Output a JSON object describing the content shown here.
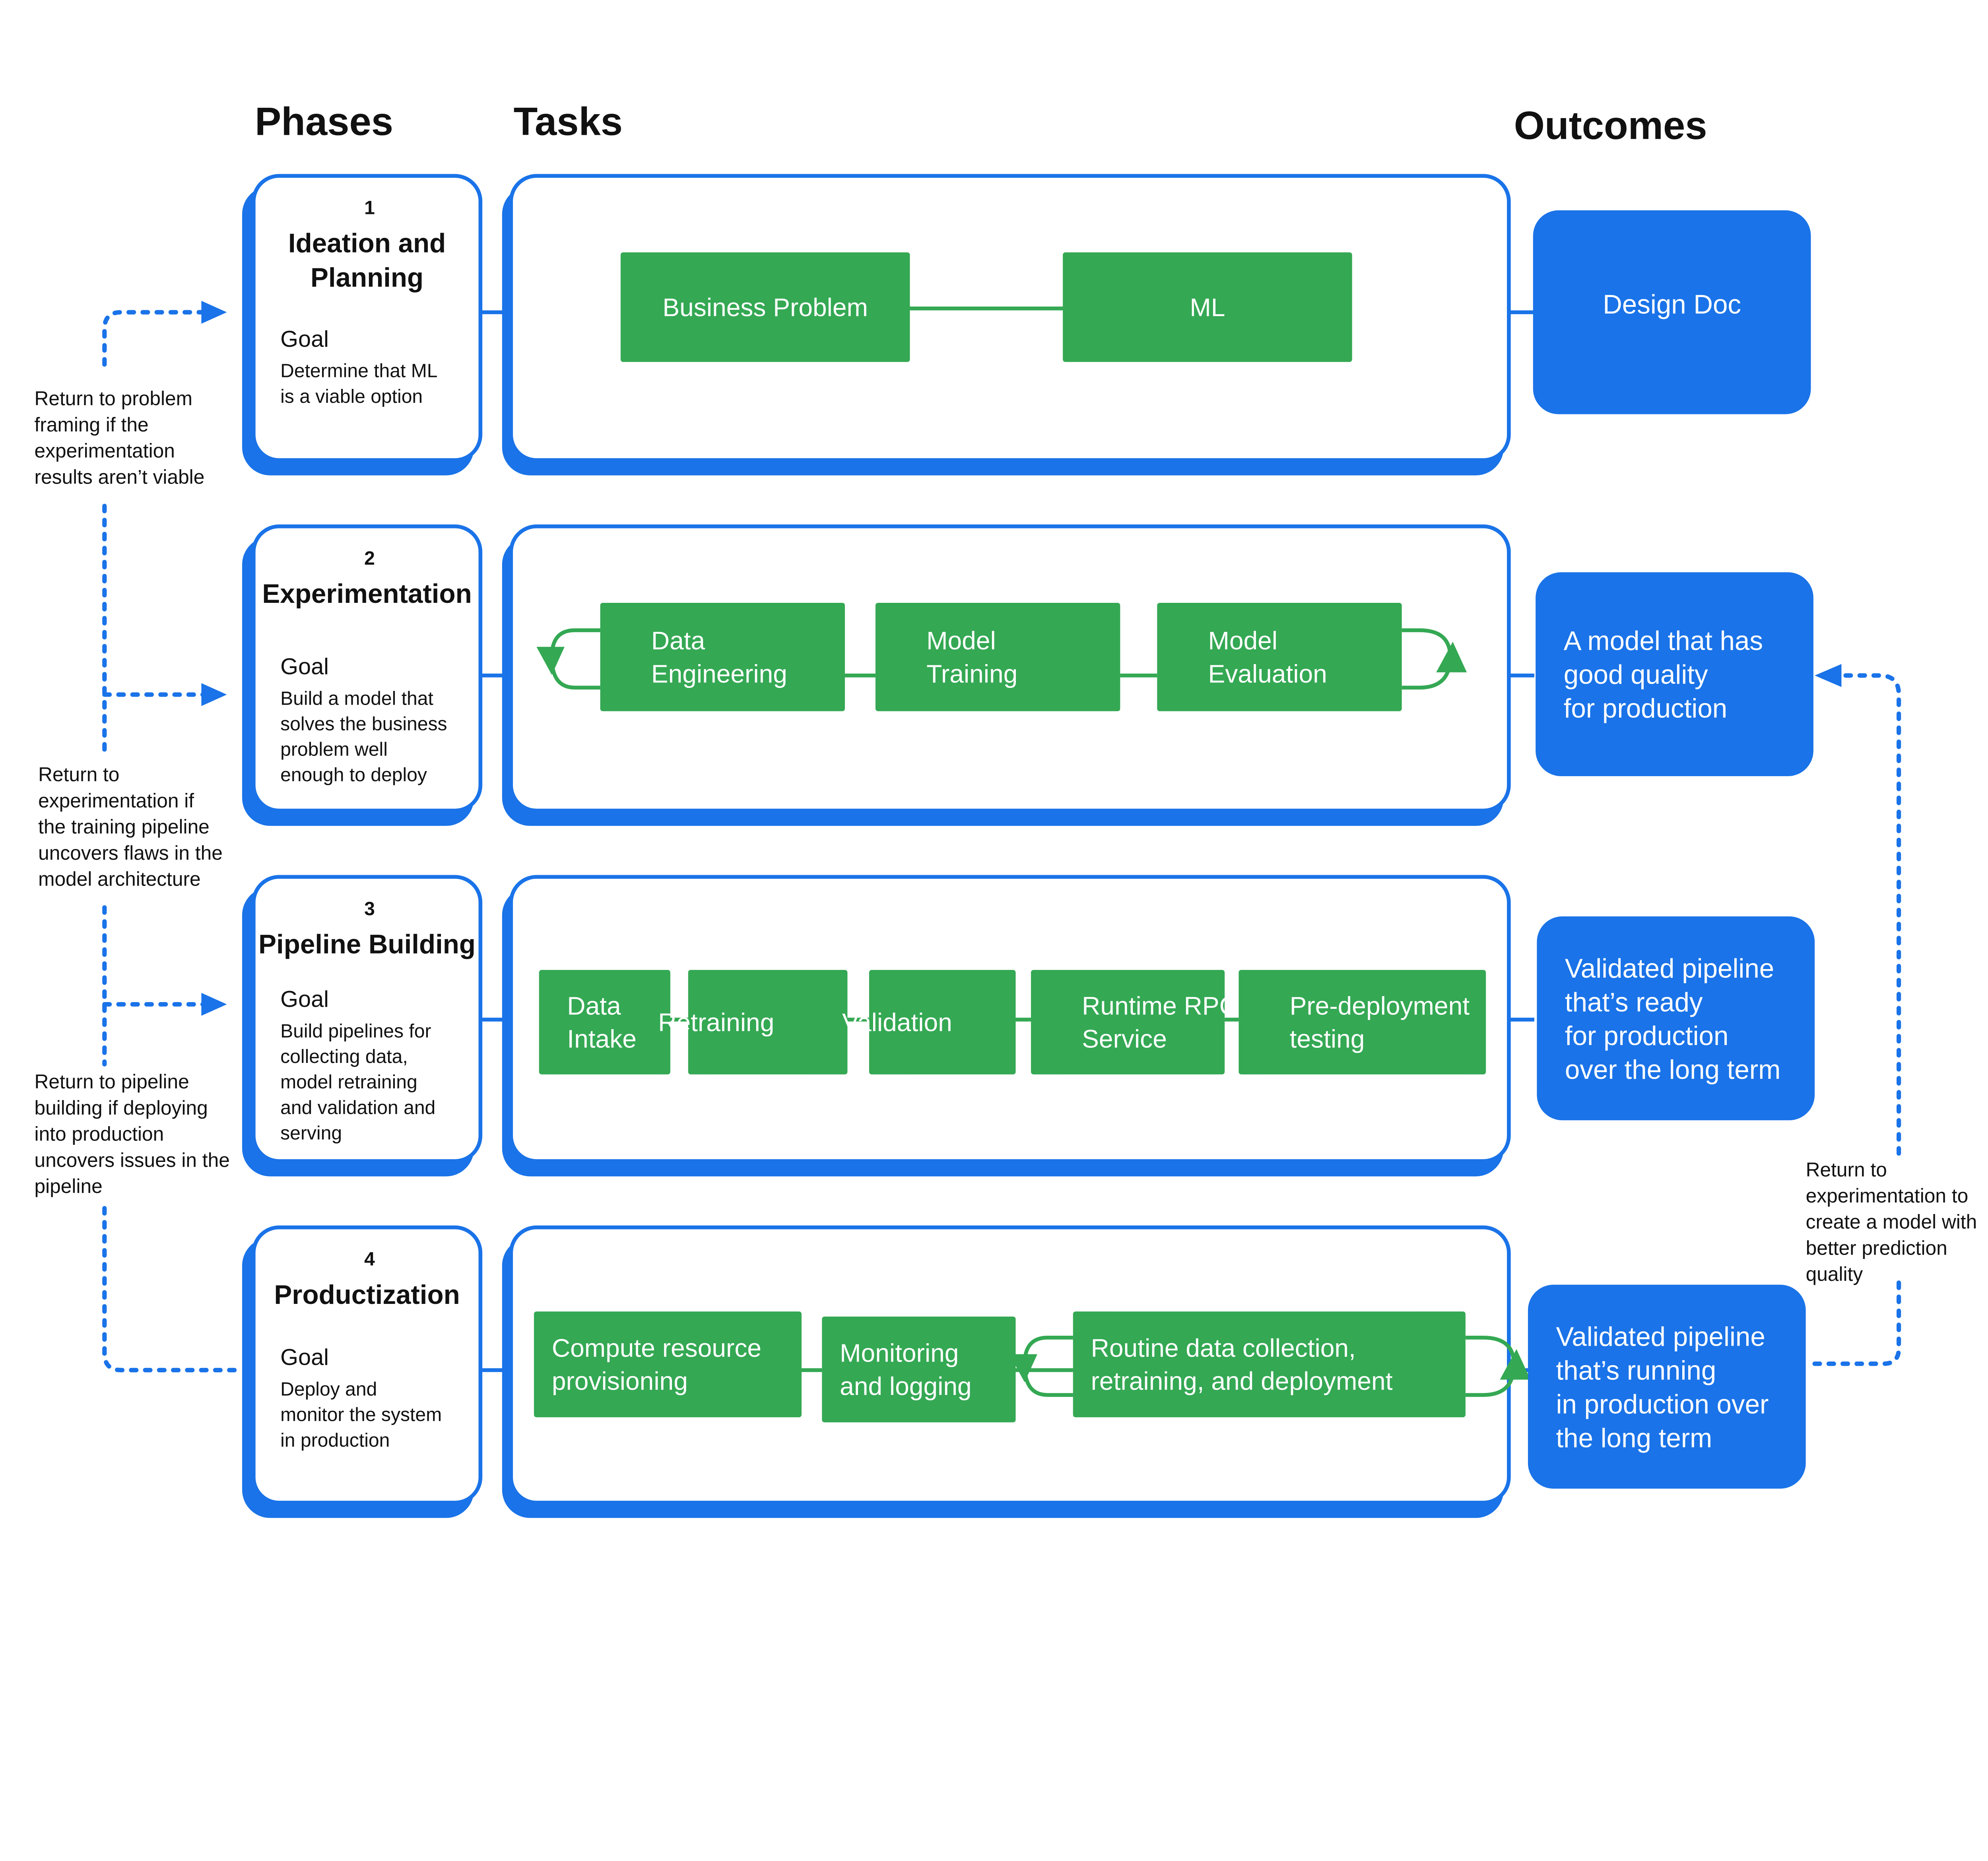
{
  "colors": {
    "blue": "#1a73e8",
    "green": "#34a853"
  },
  "headers": {
    "phases": "Phases",
    "tasks": "Tasks",
    "outcomes": "Outcomes"
  },
  "phases": [
    {
      "number": "1",
      "title": [
        "Ideation and",
        "Planning"
      ],
      "goal_label": "Goal",
      "goal": [
        "Determine that ML",
        "is a viable option"
      ]
    },
    {
      "number": "2",
      "title": [
        "Experimentation"
      ],
      "goal_label": "Goal",
      "goal": [
        "Build a model that",
        "solves the business",
        "problem well",
        "enough to deploy"
      ]
    },
    {
      "number": "3",
      "title": [
        "Pipeline Building"
      ],
      "goal_label": "Goal",
      "goal": [
        "Build pipelines for",
        "collecting data,",
        "model retraining",
        "and validation and",
        "serving"
      ]
    },
    {
      "number": "4",
      "title": [
        "Productization"
      ],
      "goal_label": "Goal",
      "goal": [
        "Deploy and",
        "monitor the system",
        "in production"
      ]
    }
  ],
  "tasks": [
    [
      [
        "Business Problem"
      ],
      [
        "ML"
      ]
    ],
    [
      [
        "Data",
        "Engineering"
      ],
      [
        "Model",
        "Training"
      ],
      [
        "Model",
        "Evaluation"
      ]
    ],
    [
      [
        "Data",
        "Intake"
      ],
      [
        "Retraining"
      ],
      [
        "Validation"
      ],
      [
        "Runtime RPC",
        "Service"
      ],
      [
        "Pre-deployment",
        "testing"
      ]
    ],
    [
      [
        "Compute  resource",
        "provisioning"
      ],
      [
        "Monitoring",
        "and logging"
      ],
      [
        "Routine data collection,",
        "retraining, and deployment"
      ]
    ]
  ],
  "outcomes": [
    [
      "Design Doc"
    ],
    [
      "A model that has",
      "good quality",
      "for production"
    ],
    [
      "Validated pipeline",
      "that’s ready",
      "for production",
      "over the long term"
    ],
    [
      "Validated pipeline",
      "that’s running",
      "in production over",
      "the long term"
    ]
  ],
  "feedback_notes": [
    [
      "Return to problem",
      "framing if the",
      "experimentation",
      "results aren’t viable"
    ],
    [
      "Return to",
      "experimentation if",
      "the training pipeline",
      "uncovers flaws in the",
      "model architecture"
    ],
    [
      "Return to pipeline",
      "building if deploying",
      "into production",
      "uncovers issues in the",
      "pipeline"
    ],
    [
      "Return to",
      "experimentation to",
      "create a model with",
      "better prediction",
      "quality"
    ]
  ]
}
